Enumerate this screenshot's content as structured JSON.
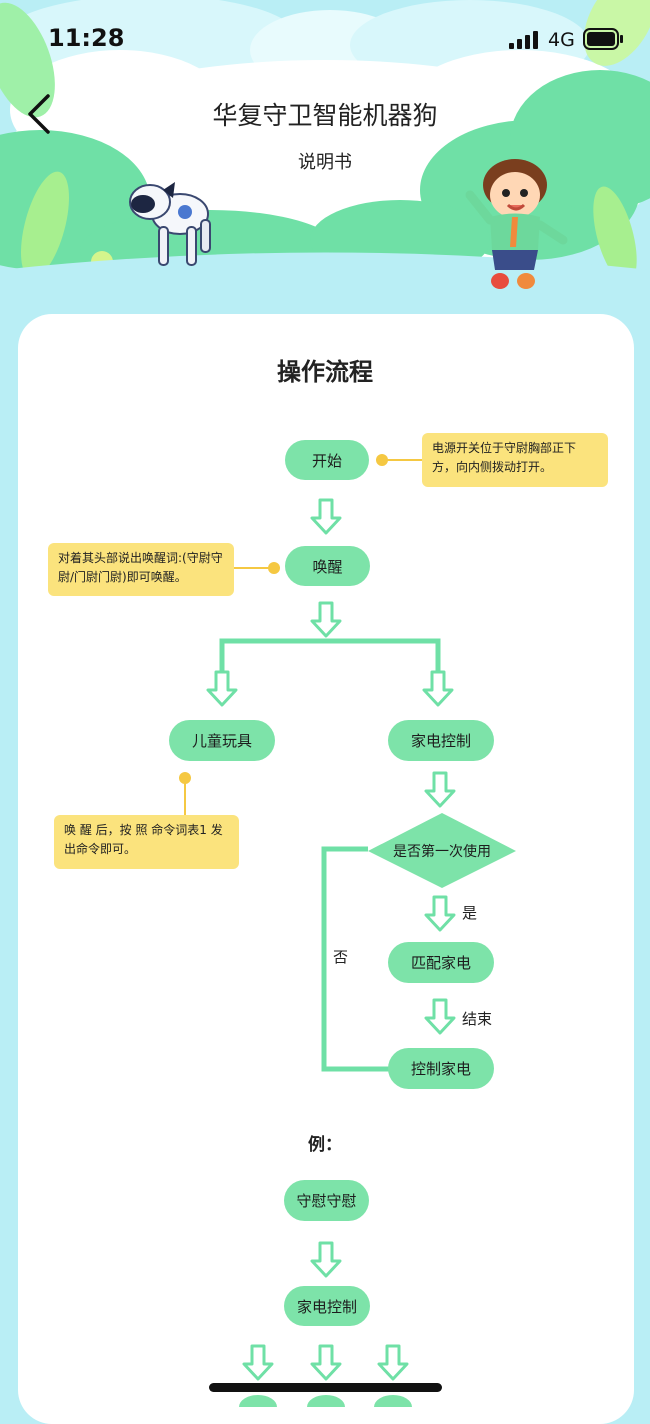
{
  "status_bar": {
    "time": "11:28",
    "network": "4G"
  },
  "header": {
    "title": "华复守卫智能机器狗",
    "subtitle": "说明书"
  },
  "main": {
    "heading": "操作流程",
    "nodes": {
      "start": "开始",
      "wake": "唤醒",
      "kids_toy": "儿童玩具",
      "home_control": "家电控制",
      "first_use": "是否第一次使用",
      "pair": "匹配家电",
      "control": "控制家电"
    },
    "notes": {
      "power": "电源开关位于守尉胸部正下方，向内侧拨动打开。",
      "wake": "对着其头部说出唤醒词:(守尉守尉/门尉门尉)即可唤醒。",
      "toy": "唤 醒 后，按 照 命令词表1 发出命令即可。"
    },
    "labels": {
      "yes": "是",
      "no": "否",
      "end": "结束"
    },
    "example": {
      "heading": "例：",
      "wake_word": "守慰守慰",
      "home_control": "家电控制"
    }
  },
  "colors": {
    "accent": "#7de3a9",
    "note": "#fbe37d",
    "sky": "#b9eef5"
  }
}
